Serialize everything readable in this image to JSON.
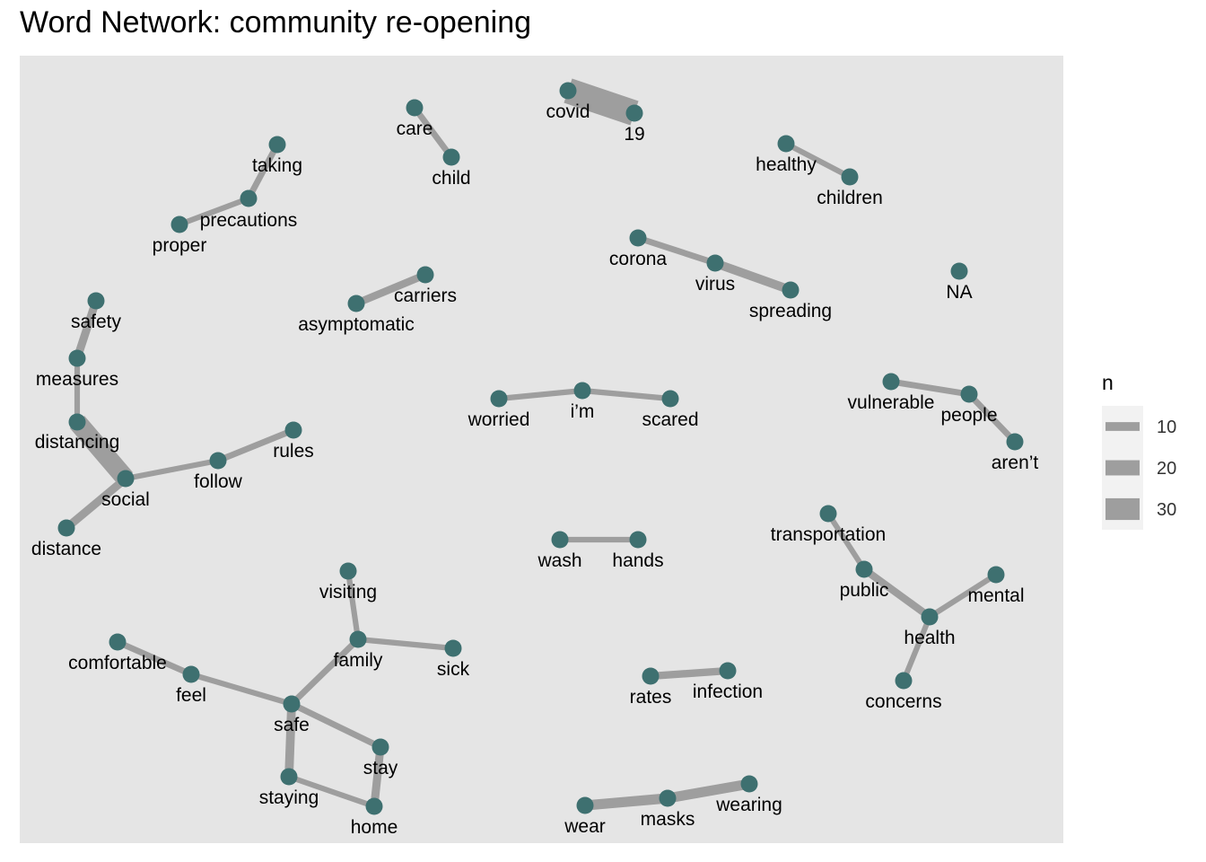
{
  "chart_data": {
    "type": "network",
    "title": "Word Network: community re-opening",
    "legend": {
      "title": "n",
      "position": "right",
      "entries": [
        10,
        20,
        30
      ]
    },
    "colors": {
      "panel": "#E5E5E5",
      "node": "#3E7070",
      "edge": "#9E9E9E",
      "legend_key": "#F2F2F2",
      "legend_label": "#333333"
    },
    "nodes": [
      {
        "id": "covid"
      },
      {
        "id": "19"
      },
      {
        "id": "care"
      },
      {
        "id": "child"
      },
      {
        "id": "taking"
      },
      {
        "id": "precautions"
      },
      {
        "id": "proper"
      },
      {
        "id": "healthy"
      },
      {
        "id": "children"
      },
      {
        "id": "corona"
      },
      {
        "id": "virus"
      },
      {
        "id": "spreading"
      },
      {
        "id": "carriers"
      },
      {
        "id": "asymptomatic"
      },
      {
        "id": "NA"
      },
      {
        "id": "safety"
      },
      {
        "id": "measures"
      },
      {
        "id": "distancing"
      },
      {
        "id": "social"
      },
      {
        "id": "distance"
      },
      {
        "id": "follow"
      },
      {
        "id": "rules"
      },
      {
        "id": "worried"
      },
      {
        "id": "i’m"
      },
      {
        "id": "scared"
      },
      {
        "id": "vulnerable"
      },
      {
        "id": "people"
      },
      {
        "id": "aren’t"
      },
      {
        "id": "wash"
      },
      {
        "id": "hands"
      },
      {
        "id": "transportation"
      },
      {
        "id": "public"
      },
      {
        "id": "health"
      },
      {
        "id": "mental"
      },
      {
        "id": "concerns"
      },
      {
        "id": "visiting"
      },
      {
        "id": "family"
      },
      {
        "id": "sick"
      },
      {
        "id": "comfortable"
      },
      {
        "id": "feel"
      },
      {
        "id": "safe"
      },
      {
        "id": "stay"
      },
      {
        "id": "staying"
      },
      {
        "id": "home"
      },
      {
        "id": "rates"
      },
      {
        "id": "infection"
      },
      {
        "id": "wear"
      },
      {
        "id": "masks"
      },
      {
        "id": "wearing"
      }
    ],
    "edges": [
      {
        "from": "covid",
        "to": "19",
        "n": 36
      },
      {
        "from": "care",
        "to": "child",
        "n": 6
      },
      {
        "from": "taking",
        "to": "precautions",
        "n": 6
      },
      {
        "from": "precautions",
        "to": "proper",
        "n": 5
      },
      {
        "from": "healthy",
        "to": "children",
        "n": 5
      },
      {
        "from": "corona",
        "to": "virus",
        "n": 6
      },
      {
        "from": "virus",
        "to": "spreading",
        "n": 10
      },
      {
        "from": "asymptomatic",
        "to": "carriers",
        "n": 8
      },
      {
        "from": "safety",
        "to": "measures",
        "n": 9
      },
      {
        "from": "measures",
        "to": "distancing",
        "n": 5
      },
      {
        "from": "social",
        "to": "distancing",
        "n": 26
      },
      {
        "from": "social",
        "to": "distance",
        "n": 9
      },
      {
        "from": "social",
        "to": "follow",
        "n": 5
      },
      {
        "from": "follow",
        "to": "rules",
        "n": 6
      },
      {
        "from": "worried",
        "to": "i’m",
        "n": 5
      },
      {
        "from": "i’m",
        "to": "scared",
        "n": 5
      },
      {
        "from": "vulnerable",
        "to": "people",
        "n": 6
      },
      {
        "from": "people",
        "to": "aren’t",
        "n": 6
      },
      {
        "from": "wash",
        "to": "hands",
        "n": 5
      },
      {
        "from": "transportation",
        "to": "public",
        "n": 5
      },
      {
        "from": "public",
        "to": "health",
        "n": 8
      },
      {
        "from": "health",
        "to": "mental",
        "n": 5
      },
      {
        "from": "health",
        "to": "concerns",
        "n": 5
      },
      {
        "from": "visiting",
        "to": "family",
        "n": 5
      },
      {
        "from": "family",
        "to": "sick",
        "n": 5
      },
      {
        "from": "family",
        "to": "safe",
        "n": 6
      },
      {
        "from": "comfortable",
        "to": "feel",
        "n": 6
      },
      {
        "from": "feel",
        "to": "safe",
        "n": 5
      },
      {
        "from": "safe",
        "to": "stay",
        "n": 6
      },
      {
        "from": "safe",
        "to": "staying",
        "n": 10
      },
      {
        "from": "staying",
        "to": "home",
        "n": 5
      },
      {
        "from": "stay",
        "to": "home",
        "n": 9
      },
      {
        "from": "rates",
        "to": "infection",
        "n": 8
      },
      {
        "from": "wear",
        "to": "masks",
        "n": 12
      },
      {
        "from": "masks",
        "to": "wearing",
        "n": 12
      }
    ]
  }
}
